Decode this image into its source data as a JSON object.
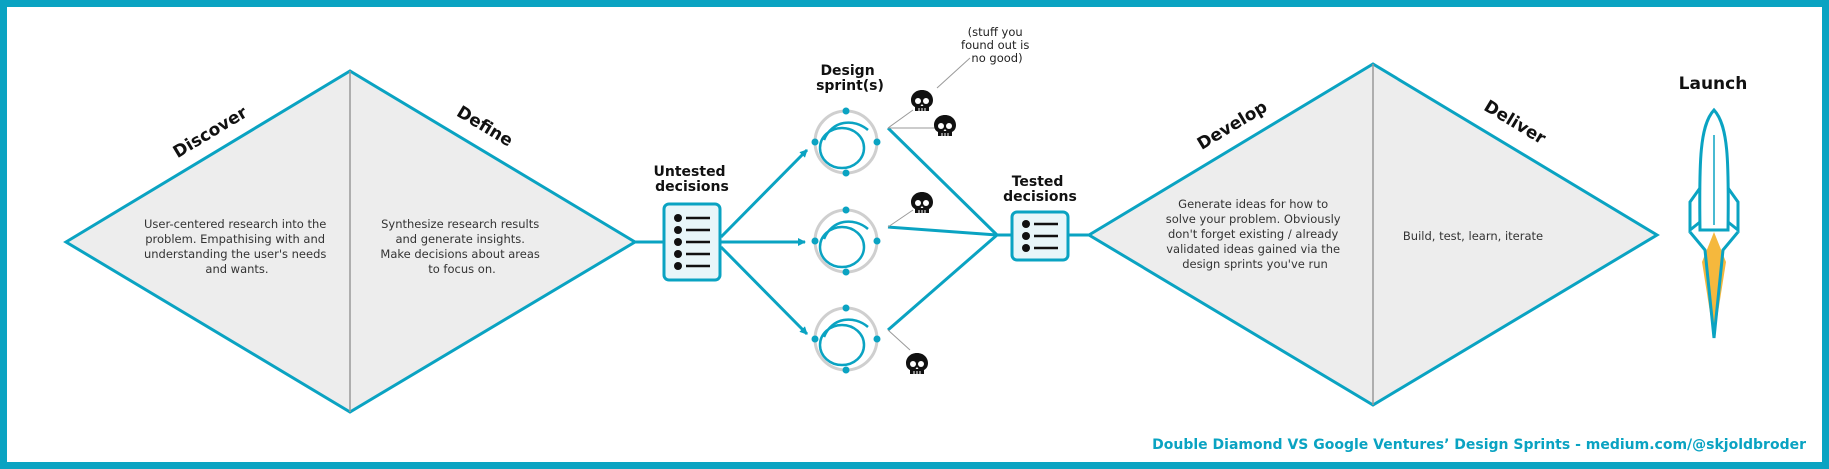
{
  "discover": {
    "title": "Discover",
    "text": [
      "User-centered research into the",
      "problem. Empathising with and",
      "understanding the user's needs",
      "and wants."
    ]
  },
  "define": {
    "title": "Define",
    "text": [
      "Synthesize research results",
      "and generate insights.",
      "Make decisions about areas",
      "to focus on."
    ]
  },
  "untested": {
    "lines": [
      "Untested",
      "decisions"
    ]
  },
  "sprints": {
    "lines": [
      "Design",
      "sprint(s)"
    ]
  },
  "stuff_note": {
    "lines": [
      "(stuff you",
      "found out is",
      "no good)"
    ]
  },
  "tested": {
    "lines": [
      "Tested",
      "decisions"
    ]
  },
  "develop": {
    "title": "Develop",
    "text": [
      "Generate ideas for how to",
      "solve your problem. Obviously",
      "don't forget existing / already",
      "validated ideas gained via the",
      "design sprints you've run"
    ]
  },
  "deliver": {
    "title": "Deliver",
    "text": [
      "Build, test, learn, iterate"
    ]
  },
  "launch": {
    "title": "Launch"
  },
  "footer": "Double Diamond VS Google Ventures’ Design Sprints - medium.com/@skjoldbroder",
  "colors": {
    "accent": "#0aa3c2",
    "diamond_fill": "#ededed",
    "flame": "#f5b83d"
  },
  "icons": [
    "checklist-icon",
    "sprint-cycle-icon",
    "skull-icon",
    "rocket-icon"
  ]
}
